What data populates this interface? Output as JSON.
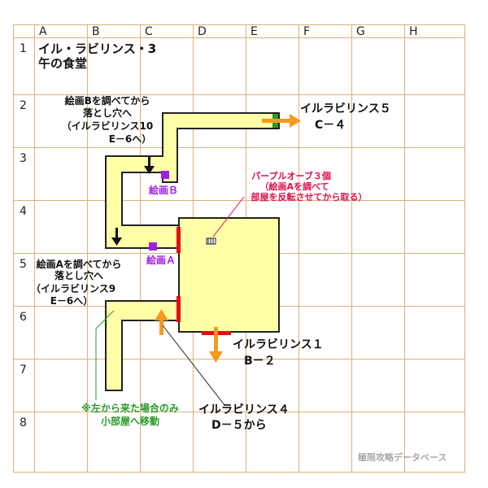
{
  "map": {
    "col_labels": [
      "A",
      "B",
      "C",
      "D",
      "E",
      "F",
      "G",
      "H"
    ],
    "row_labels": [
      "1",
      "2",
      "3",
      "4",
      "5",
      "6",
      "7",
      "8"
    ],
    "title_line1": "イル・ラビリンス・3",
    "title_line2": "午の食堂",
    "watermark": "極限攻略データベース"
  },
  "notes": {
    "painting_b_desc": [
      "絵画Bを調べてから",
      "落とし穴へ",
      "（イルラビリンス10",
      "E－6へ）"
    ],
    "painting_a_desc": [
      "絵画Aを調べてから",
      "落とし穴へ",
      "（イルラビリンス9",
      "E－6へ）"
    ],
    "exit_5": [
      "イルラビリンス５",
      "C－４"
    ],
    "exit_1": [
      "イルラビリンス１",
      "B－２"
    ],
    "exit_4": [
      "イルラビリンス４",
      "D－５から"
    ],
    "purple_orb": [
      "パープルオーブ３個",
      "（絵画Aを調べて",
      "部屋を反転させてから取る）"
    ],
    "painting_b_label": "絵画Ｂ",
    "painting_a_label": "絵画Ａ",
    "left_only": [
      "※左から来た場合のみ",
      "小部屋へ移動"
    ]
  },
  "colors": {
    "grid": "#d9b27a",
    "floor": "#ffffa8",
    "arrow_orange": "#f59a1f",
    "door_red": "#e01010",
    "door_green": "#2a9a2a",
    "painting_purple": "#a020e0",
    "orb_text": "#e0104a",
    "note_green": "#2a9a2a"
  }
}
